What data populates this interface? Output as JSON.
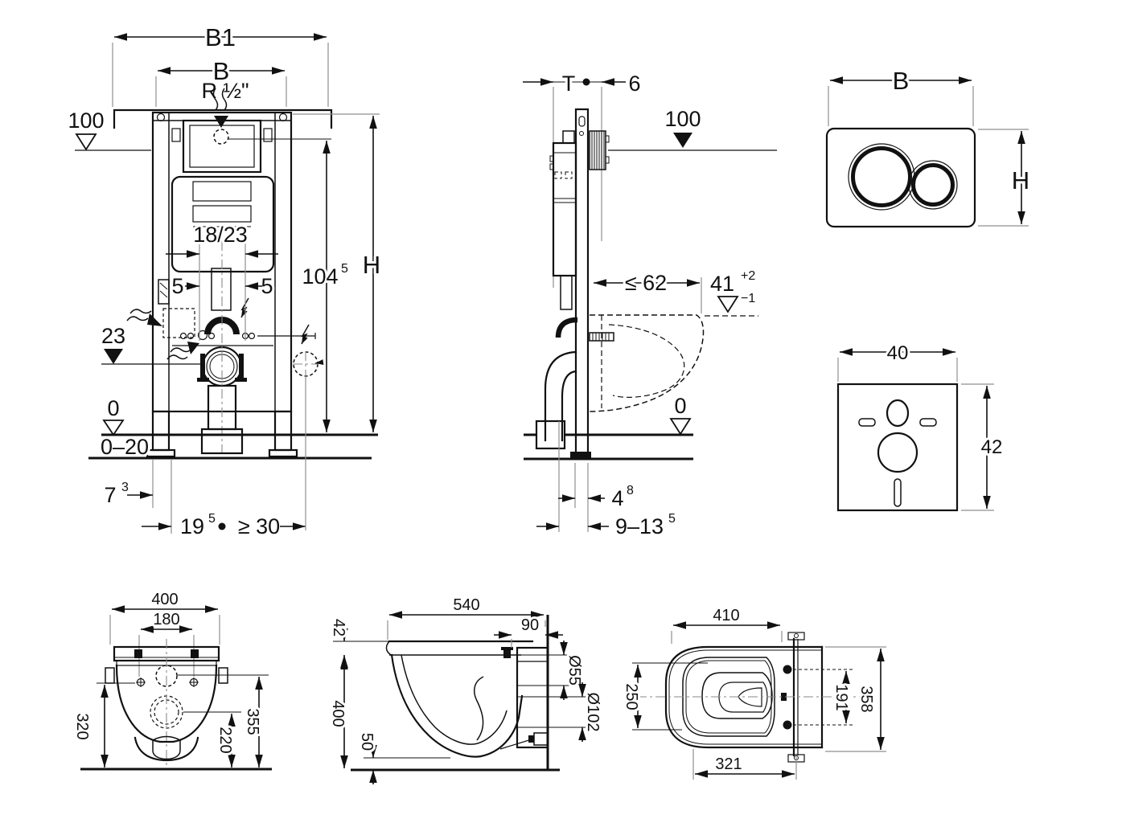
{
  "canvas": {
    "background": "#ffffff",
    "line_color": "#111111",
    "helper_line_color": "#8f8f8f"
  },
  "views": {
    "frame_front": {
      "dim_b1": "B1",
      "dim_b": "B",
      "dim_r": "R ½\"",
      "level_100": "100",
      "dim_18_23": "18/23",
      "dim_5_left": "5",
      "dim_5_right": "5",
      "level_23": "23",
      "dim_104": "104",
      "dim_104_sup": "5",
      "dim_h": "H",
      "level_0": "0",
      "range_0_20": "0–20",
      "dim_7": "7",
      "dim_7_sup": "3",
      "dim_19": "19",
      "dim_19_sup": "5",
      "dim_min_30": "≥ 30"
    },
    "frame_side": {
      "dim_t": "T",
      "dim_6": "6",
      "level_100": "100",
      "dim_max_62": "≤ 62",
      "dim_41": "41",
      "dim_41_sup": "+2",
      "dim_41_sub": "−1",
      "level_0": "0",
      "dim_4": "4",
      "dim_4_sup": "8",
      "dim_9_13": "9–13",
      "dim_9_13_sup": "5"
    },
    "flush_plate": {
      "dim_b": "B",
      "dim_h": "H"
    },
    "sound_pad": {
      "dim_40": "40",
      "dim_42": "42"
    },
    "bowl_rear": {
      "dim_400": "400",
      "dim_180": "180",
      "dim_320": "320",
      "dim_355": "355",
      "dim_220": "220"
    },
    "bowl_side": {
      "dim_540": "540",
      "dim_42": "42",
      "dim_90": "90",
      "dim_d55": "Ø55",
      "dim_d102": "Ø102",
      "dim_400": "400",
      "dim_50": "50"
    },
    "bowl_top": {
      "dim_410": "410",
      "dim_250": "250",
      "dim_191": "191",
      "dim_358": "358",
      "dim_321": "321"
    }
  }
}
